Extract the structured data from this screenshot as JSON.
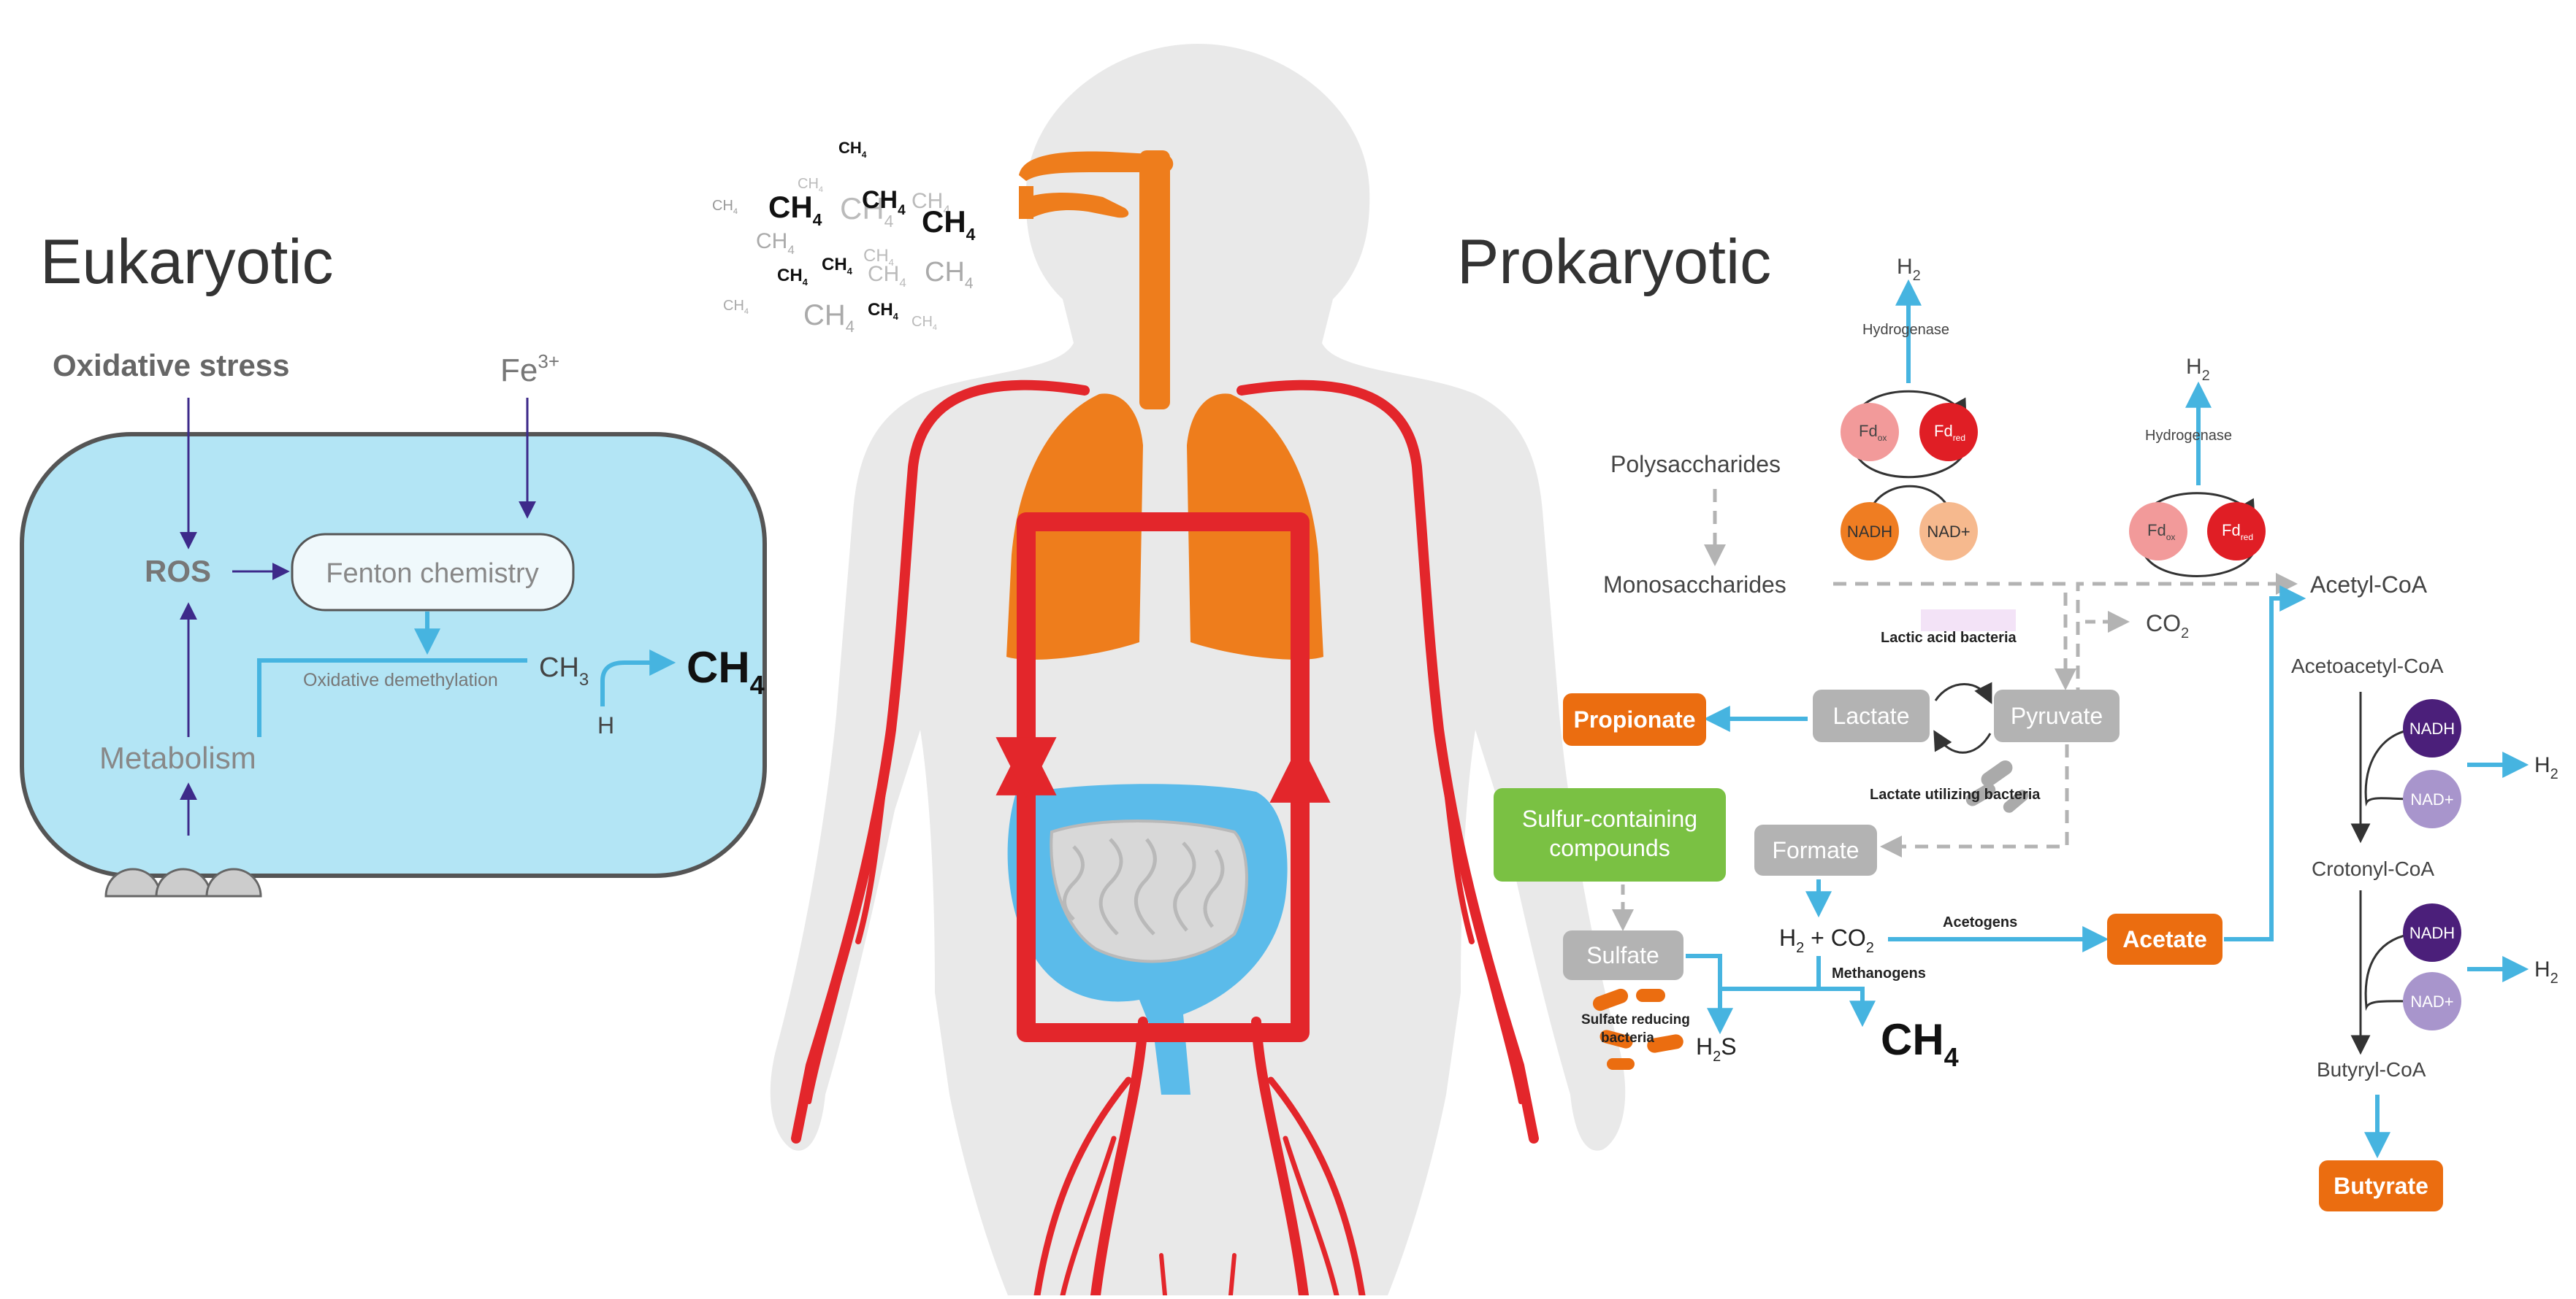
{
  "colors": {
    "cell_fill": "#b3e5f5",
    "cell_stroke": "#555555",
    "arrow_purple": "#3d2a8a",
    "arrow_blue": "#46b4e0",
    "body_grey": "#e9e9e9",
    "organ_orange": "#ee7d1c",
    "vessel_red": "#e3262b",
    "gut_blue": "#5bbbea",
    "box_grey": "#b3b3b3",
    "box_orange": "#eb6d10",
    "box_green": "#7ac143",
    "fd_ox": "#f29a9a",
    "fd_red": "#e01e25",
    "nadh_orange": "#ef7d22",
    "nad_peach": "#f6b98e",
    "nadh_purple": "#4b1f7a",
    "nad_lavender": "#a895cc"
  },
  "eukaryotic": {
    "title": "Eukaryotic",
    "oxidative_stress": "Oxidative stress",
    "fe3": "Fe",
    "fe3_sup": "3+",
    "ros": "ROS",
    "fenton": "Fenton chemistry",
    "demethylation": "Oxidative demethylation",
    "ch3": "CH",
    "ch3_sub": "3",
    "h": "H",
    "ch4": "CH",
    "ch4_sub": "4",
    "metabolism": "Metabolism"
  },
  "methane_cloud": {
    "formula": "CH",
    "sub": "4"
  },
  "prokaryotic": {
    "title": "Prokaryotic",
    "h2": "H",
    "h2_sub": "2",
    "hydrogenase": "Hydrogenase",
    "fd": "Fd",
    "fd_ox_sub": "ox",
    "fd_red_sub": "red",
    "nadh": "NADH",
    "nad_plus": "NAD+",
    "polysaccharides": "Polysaccharides",
    "monosaccharides": "Monosaccharides",
    "acetyl_coa": "Acetyl-CoA",
    "co2": "CO",
    "co2_sub": "2",
    "lactic_acid_bacteria": "Lactic acid bacteria",
    "lactate": "Lactate",
    "pyruvate": "Pyruvate",
    "propionate": "Propionate",
    "lactate_utilizing": "Lactate utilizing bacteria",
    "sulfur_line1": "Sulfur-containing",
    "sulfur_line2": "compounds",
    "formate": "Formate",
    "h2_co2_h": "H",
    "h2_co2_plus": " + CO",
    "acetogens": "Acetogens",
    "acetate": "Acetate",
    "sulfate": "Sulfate",
    "methanogens": "Methanogens",
    "sulfate_reducing_1": "Sulfate reducing",
    "sulfate_reducing_2": "bacteria",
    "h2s_h": "H",
    "h2s_s": "S",
    "ch4": "CH",
    "ch4_sub": "4",
    "acetoacetyl_coa": "Acetoacetyl-CoA",
    "crotonyl_coa": "Crotonyl-CoA",
    "butyryl_coa": "Butyryl-CoA",
    "butyrate": "Butyrate"
  }
}
